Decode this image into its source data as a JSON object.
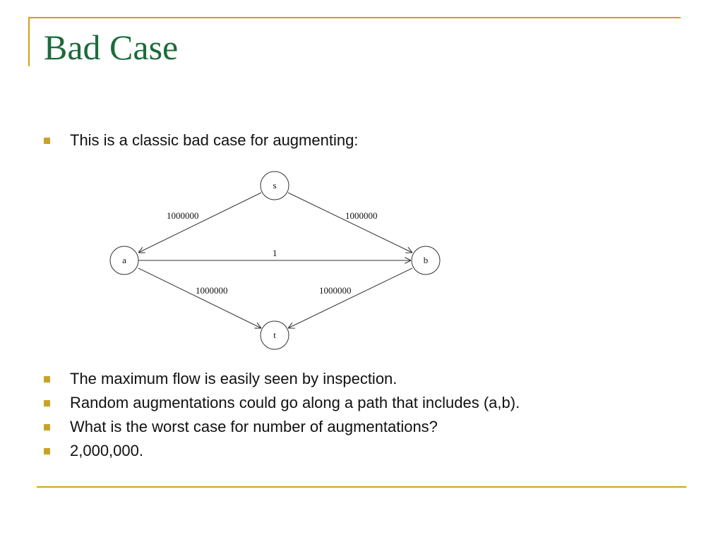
{
  "slide": {
    "title": "Bad Case",
    "intro": "This is a classic bad case for augmenting:",
    "bullets": [
      "The maximum flow is easily seen by inspection.",
      "Random augmentations could go along a path that includes (a,b).",
      "What is the worst case for number of augmentations?",
      "2,000,000."
    ]
  },
  "graph": {
    "nodes": {
      "s": "s",
      "a": "a",
      "b": "b",
      "t": "t"
    },
    "edges": {
      "s_a": "1000000",
      "s_b": "1000000",
      "a_b": "1",
      "a_t": "1000000",
      "b_t": "1000000"
    }
  },
  "colors": {
    "title": "#1c6b3c",
    "accent": "#d4a017",
    "bullet": "#c9a227"
  }
}
